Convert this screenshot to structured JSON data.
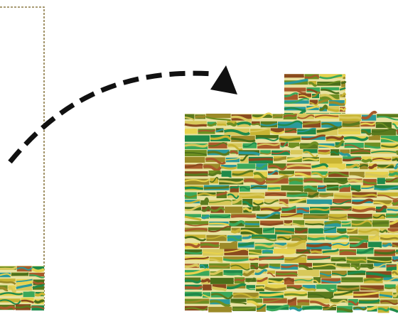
{
  "figure": {
    "background": "#ffffff",
    "container_border_color": "#8c7a45",
    "arrow_color": "#111111",
    "texture_colors": [
      "#1f8a4a",
      "#3aa85a",
      "#6e8f22",
      "#9c8a28",
      "#c8b432",
      "#e6d24e",
      "#8a4a1e",
      "#a85a2a",
      "#2a9a9a",
      "#5a7a1e",
      "#d8c85a",
      "#4a6e1a"
    ],
    "pieces": [
      {
        "name": "left-container-box",
        "role": "empty container outline"
      },
      {
        "name": "left-stacked-pile",
        "role": "collapsed stack at bottom of container"
      },
      {
        "name": "transfer-arrow",
        "role": "curved dashed arrow"
      },
      {
        "name": "top-small-block",
        "role": "small block on top of right pile"
      },
      {
        "name": "right-stacked-pile",
        "role": "large layered pile"
      }
    ]
  }
}
